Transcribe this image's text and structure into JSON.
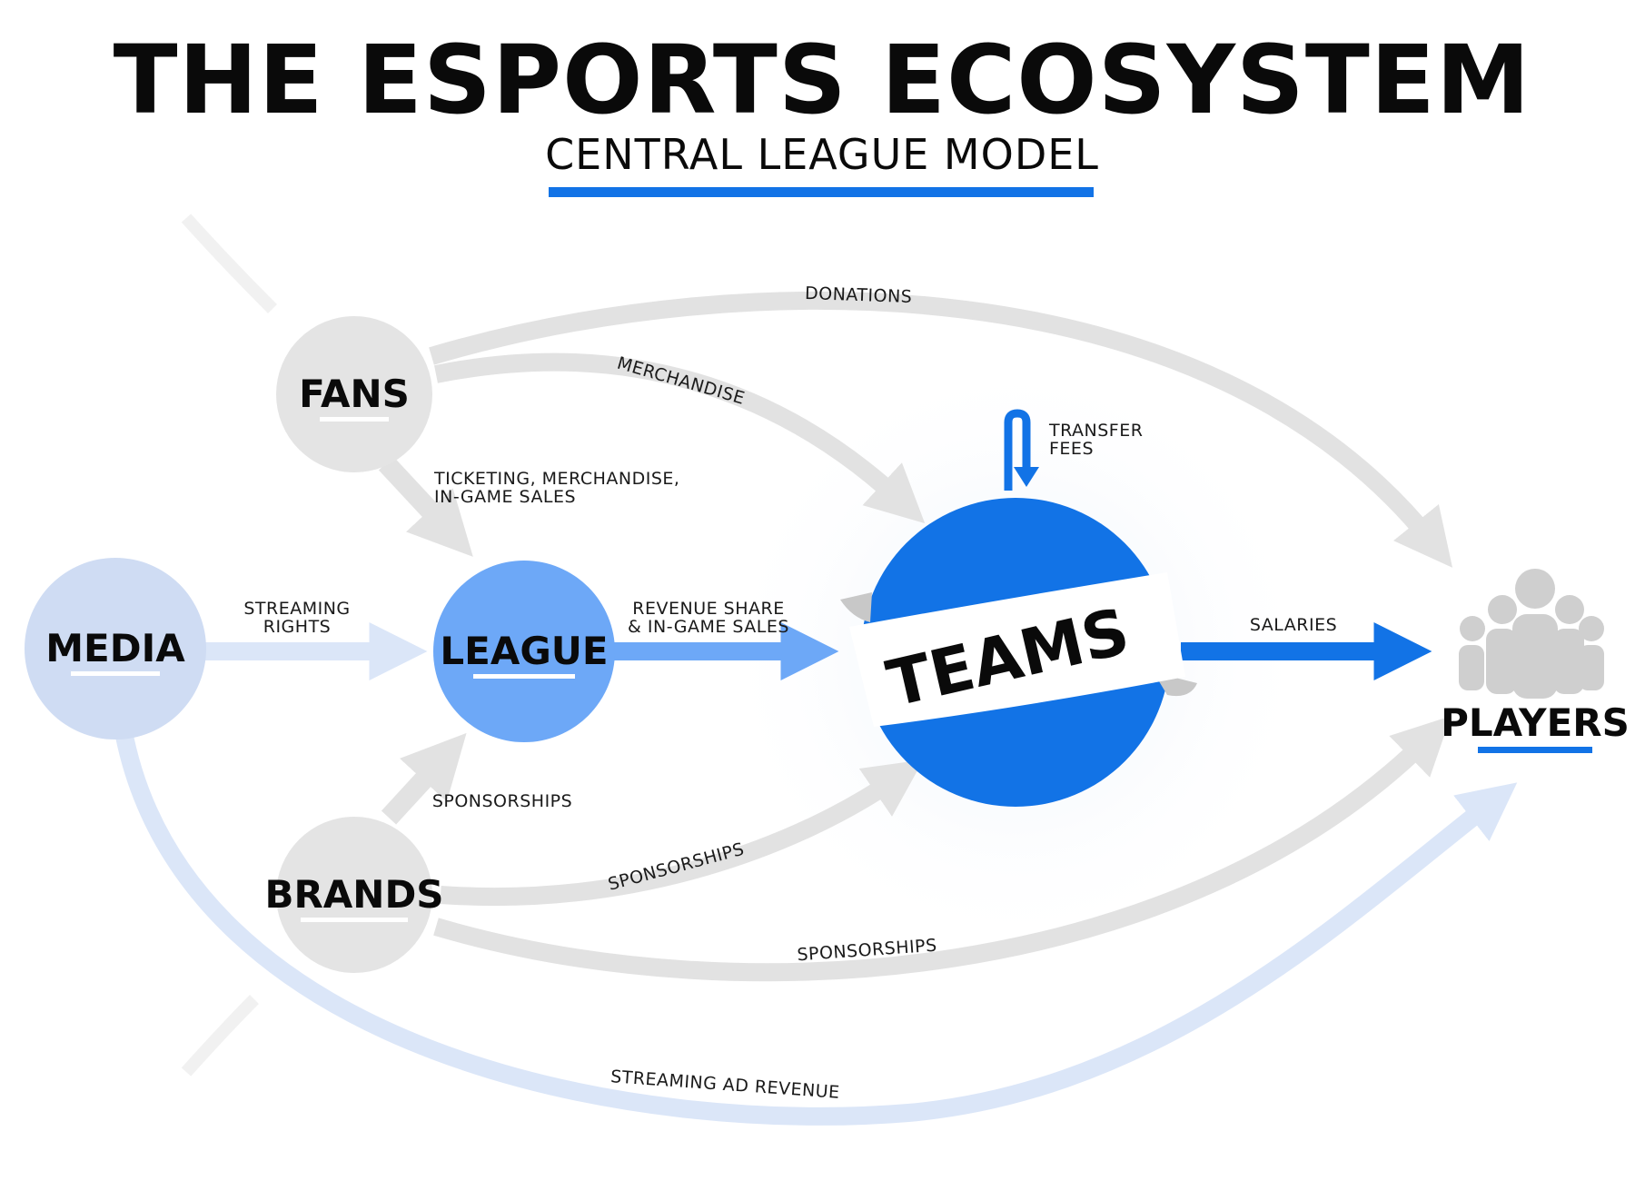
{
  "title": "THE ESPORTS ECOSYSTEM",
  "subtitle": "CENTRAL LEAGUE MODEL",
  "colors": {
    "accent_blue": "#1273e6",
    "league_blue": "#6da8f7",
    "media_blue": "#cfdcf3",
    "light_blue_arrow": "#dbe6f8",
    "gray": "#e2e2e2",
    "node_gray": "#e4e4e4",
    "players_icon": "#cfcfcf"
  },
  "nodes": {
    "fans": "FANS",
    "media": "MEDIA",
    "league": "LEAGUE",
    "brands": "BRANDS",
    "teams": "TEAMS",
    "players": "PLAYERS"
  },
  "edges": {
    "donations": "DONATIONS",
    "merchandise": "MERCHANDISE",
    "ticketing_line1": "TICKETING, MERCHANDISE,",
    "ticketing_line2": "IN-GAME SALES",
    "streaming_rights_line1": "STREAMING",
    "streaming_rights_line2": "RIGHTS",
    "revenue_share_line1": "REVENUE SHARE",
    "revenue_share_line2": "& IN-GAME SALES",
    "transfer_fees_line1": "TRANSFER",
    "transfer_fees_line2": "FEES",
    "salaries": "SALARIES",
    "sponsorships_league": "SPONSORSHIPS",
    "sponsorships_teams": "SPONSORSHIPS",
    "sponsorships_players": "SPONSORSHIPS",
    "streaming_ad_revenue": "STREAMING AD REVENUE"
  },
  "icons": {
    "players": "group-of-people-icon",
    "transfer": "loop-arrow-icon"
  }
}
